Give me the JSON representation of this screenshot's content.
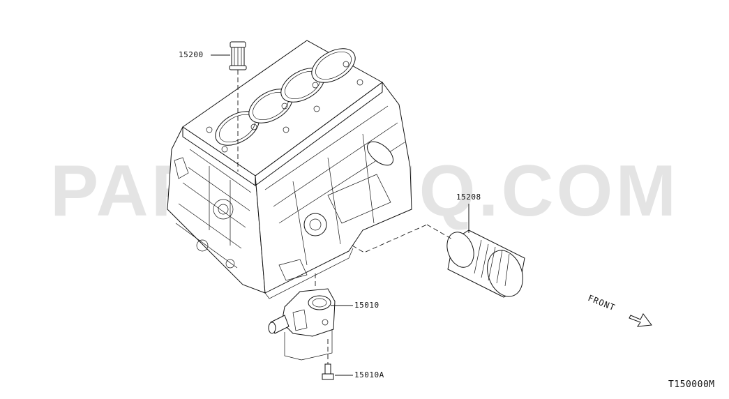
{
  "parts": {
    "oil_strainer": "15200",
    "oil_filter": "15208",
    "oil_pump": "15010",
    "bolt": "15010A"
  },
  "front_label": "FRONT",
  "diagram_code": "T150000M",
  "watermark": "PARTSOUQ.COM",
  "colors": {
    "line": "#111111",
    "background": "#ffffff",
    "watermark": "#aaaaaa"
  }
}
